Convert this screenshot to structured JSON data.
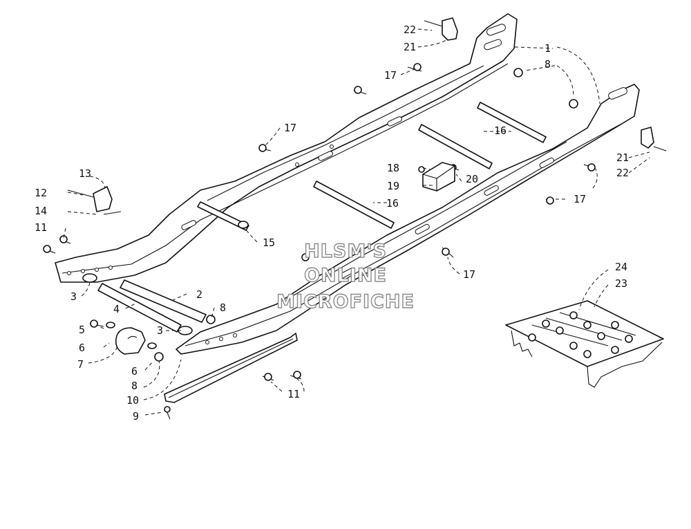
{
  "watermark": {
    "line1": "HLSM'S",
    "line2": "ONLINE",
    "line3": "MICROFICHE"
  },
  "callouts": [
    {
      "id": "c1",
      "text": "1"
    },
    {
      "id": "c2",
      "text": "2"
    },
    {
      "id": "c3a",
      "text": "3"
    },
    {
      "id": "c3b",
      "text": "3"
    },
    {
      "id": "c4",
      "text": "4"
    },
    {
      "id": "c5",
      "text": "5"
    },
    {
      "id": "c6a",
      "text": "6"
    },
    {
      "id": "c6b",
      "text": "6"
    },
    {
      "id": "c7",
      "text": "7"
    },
    {
      "id": "c8a",
      "text": "8"
    },
    {
      "id": "c8b",
      "text": "8"
    },
    {
      "id": "c8c",
      "text": "8"
    },
    {
      "id": "c9",
      "text": "9"
    },
    {
      "id": "c10",
      "text": "10"
    },
    {
      "id": "c11a",
      "text": "11"
    },
    {
      "id": "c11b",
      "text": "11"
    },
    {
      "id": "c12",
      "text": "12"
    },
    {
      "id": "c13",
      "text": "13"
    },
    {
      "id": "c14",
      "text": "14"
    },
    {
      "id": "c15",
      "text": "15"
    },
    {
      "id": "c16a",
      "text": "16"
    },
    {
      "id": "c16b",
      "text": "16"
    },
    {
      "id": "c17a",
      "text": "17"
    },
    {
      "id": "c17b",
      "text": "17"
    },
    {
      "id": "c17c",
      "text": "17"
    },
    {
      "id": "c17d",
      "text": "17"
    },
    {
      "id": "c18",
      "text": "18"
    },
    {
      "id": "c19",
      "text": "19"
    },
    {
      "id": "c20",
      "text": "20"
    },
    {
      "id": "c21a",
      "text": "21"
    },
    {
      "id": "c21b",
      "text": "21"
    },
    {
      "id": "c22a",
      "text": "22"
    },
    {
      "id": "c22b",
      "text": "22"
    },
    {
      "id": "c23",
      "text": "23"
    },
    {
      "id": "c24",
      "text": "24"
    }
  ]
}
